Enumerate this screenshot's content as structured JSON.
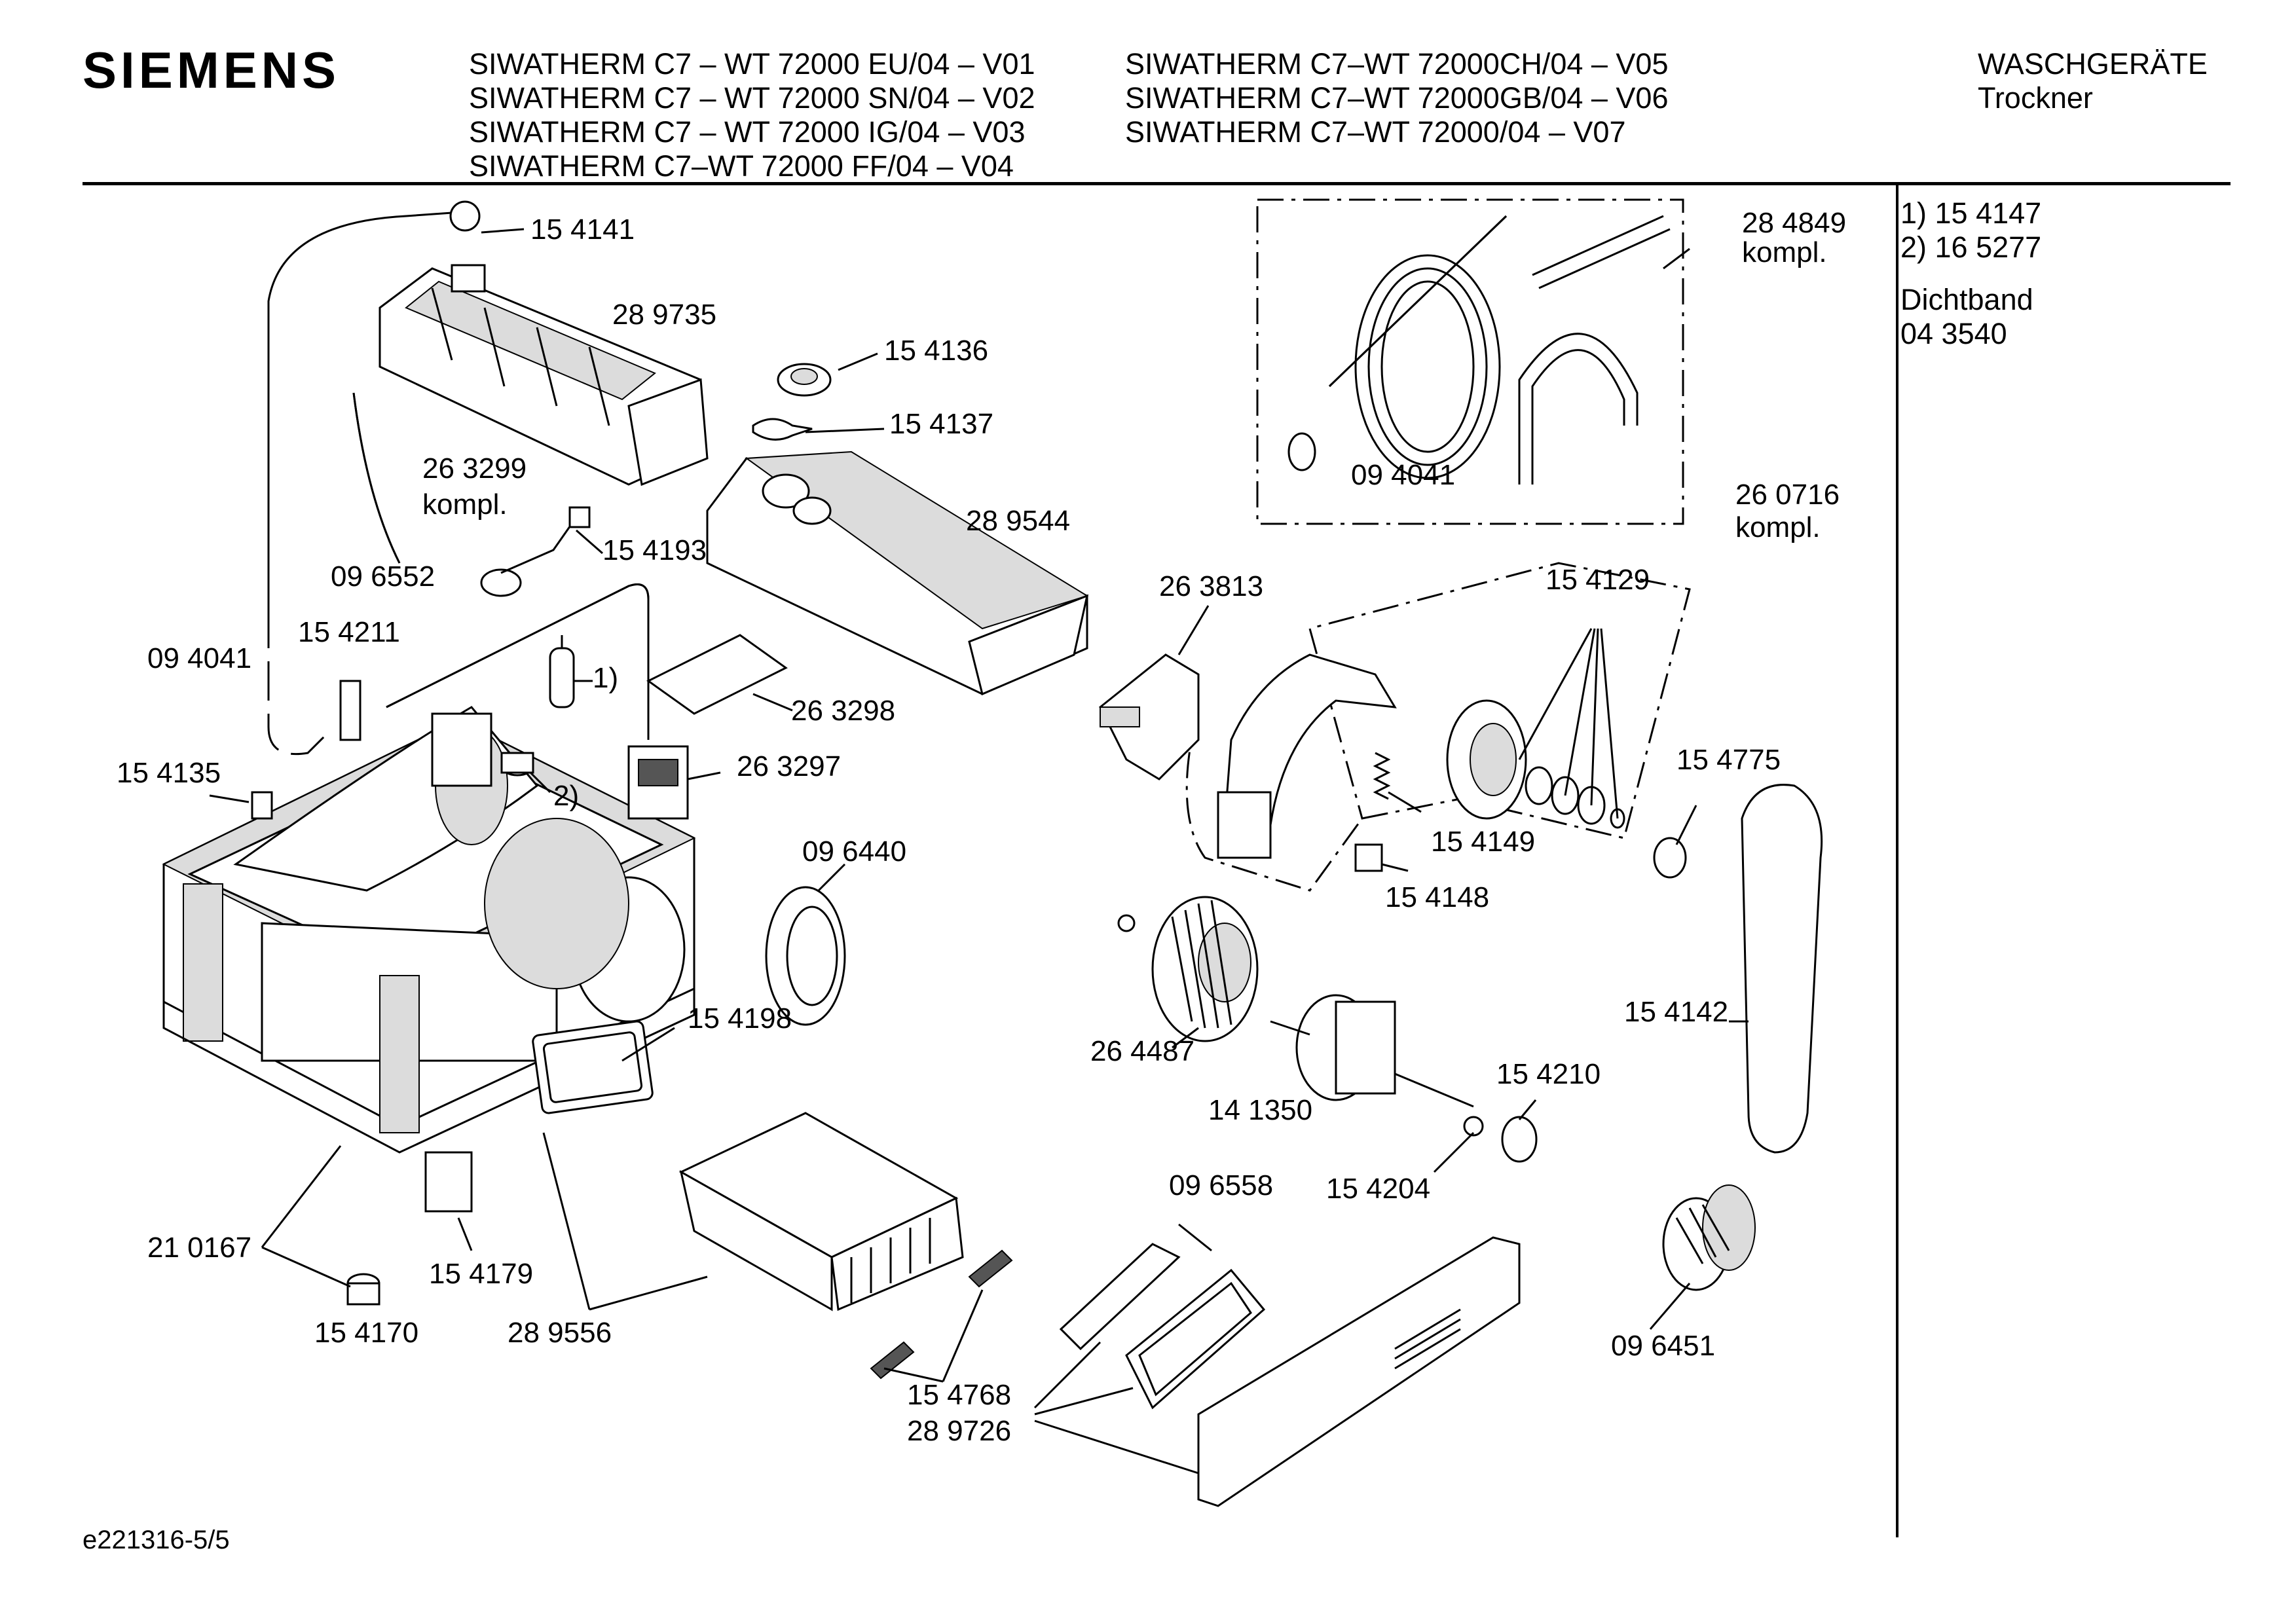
{
  "brand": "SIEMENS",
  "models": {
    "left": [
      "SIWATHERM C7 – WT 72000 EU/04 – V01",
      "SIWATHERM C7 – WT 72000 SN/04 – V02",
      "SIWATHERM C7 – WT 72000 IG/04 – V03",
      "SIWATHERM C7–WT 72000 FF/04 – V04"
    ],
    "right": [
      "SIWATHERM C7–WT 72000CH/04 – V05",
      "SIWATHERM C7–WT 72000GB/04 – V06",
      "SIWATHERM C7–WT 72000/04 – V07"
    ]
  },
  "category": {
    "line1": "WASCHGERÄTE",
    "line2": "Trockner"
  },
  "notes": {
    "n1": "1)  15 4147",
    "n2": "2)  16 5277",
    "n3": "Dichtband",
    "n4": "04 3540"
  },
  "footer": "e221316-5/5",
  "parts": {
    "p154141": "15 4141",
    "p289735": "28 9735",
    "p154136": "15 4136",
    "p154137": "15 4137",
    "p263299": "26 3299",
    "kompl": "kompl.",
    "p154193": "15 4193",
    "p096552": "09 6552",
    "p289544": "28 9544",
    "p284849": "28 4849",
    "p094041": "09 4041",
    "p260716": "26 0716",
    "p263813": "26 3813",
    "p154129": "15 4129",
    "p154211": "15 4211",
    "note1": "1)",
    "note2": "2)",
    "p263298": "26 3298",
    "p263297": "26 3297",
    "p154135": "15 4135",
    "p096440": "09 6440",
    "p154149": "15 4149",
    "p154148": "15 4148",
    "p154775": "15 4775",
    "p154198": "15 4198",
    "p264487": "26 4487",
    "p141350": "14 1350",
    "p154142": "15 4142",
    "p154210": "15 4210",
    "p154204": "15 4204",
    "p096558": "09 6558",
    "p210167": "21 0167",
    "p154179": "15 4179",
    "p154170": "15 4170",
    "p289556": "28 9556",
    "p154768": "15 4768",
    "p289726": "28 9726",
    "p096451": "09 6451"
  }
}
